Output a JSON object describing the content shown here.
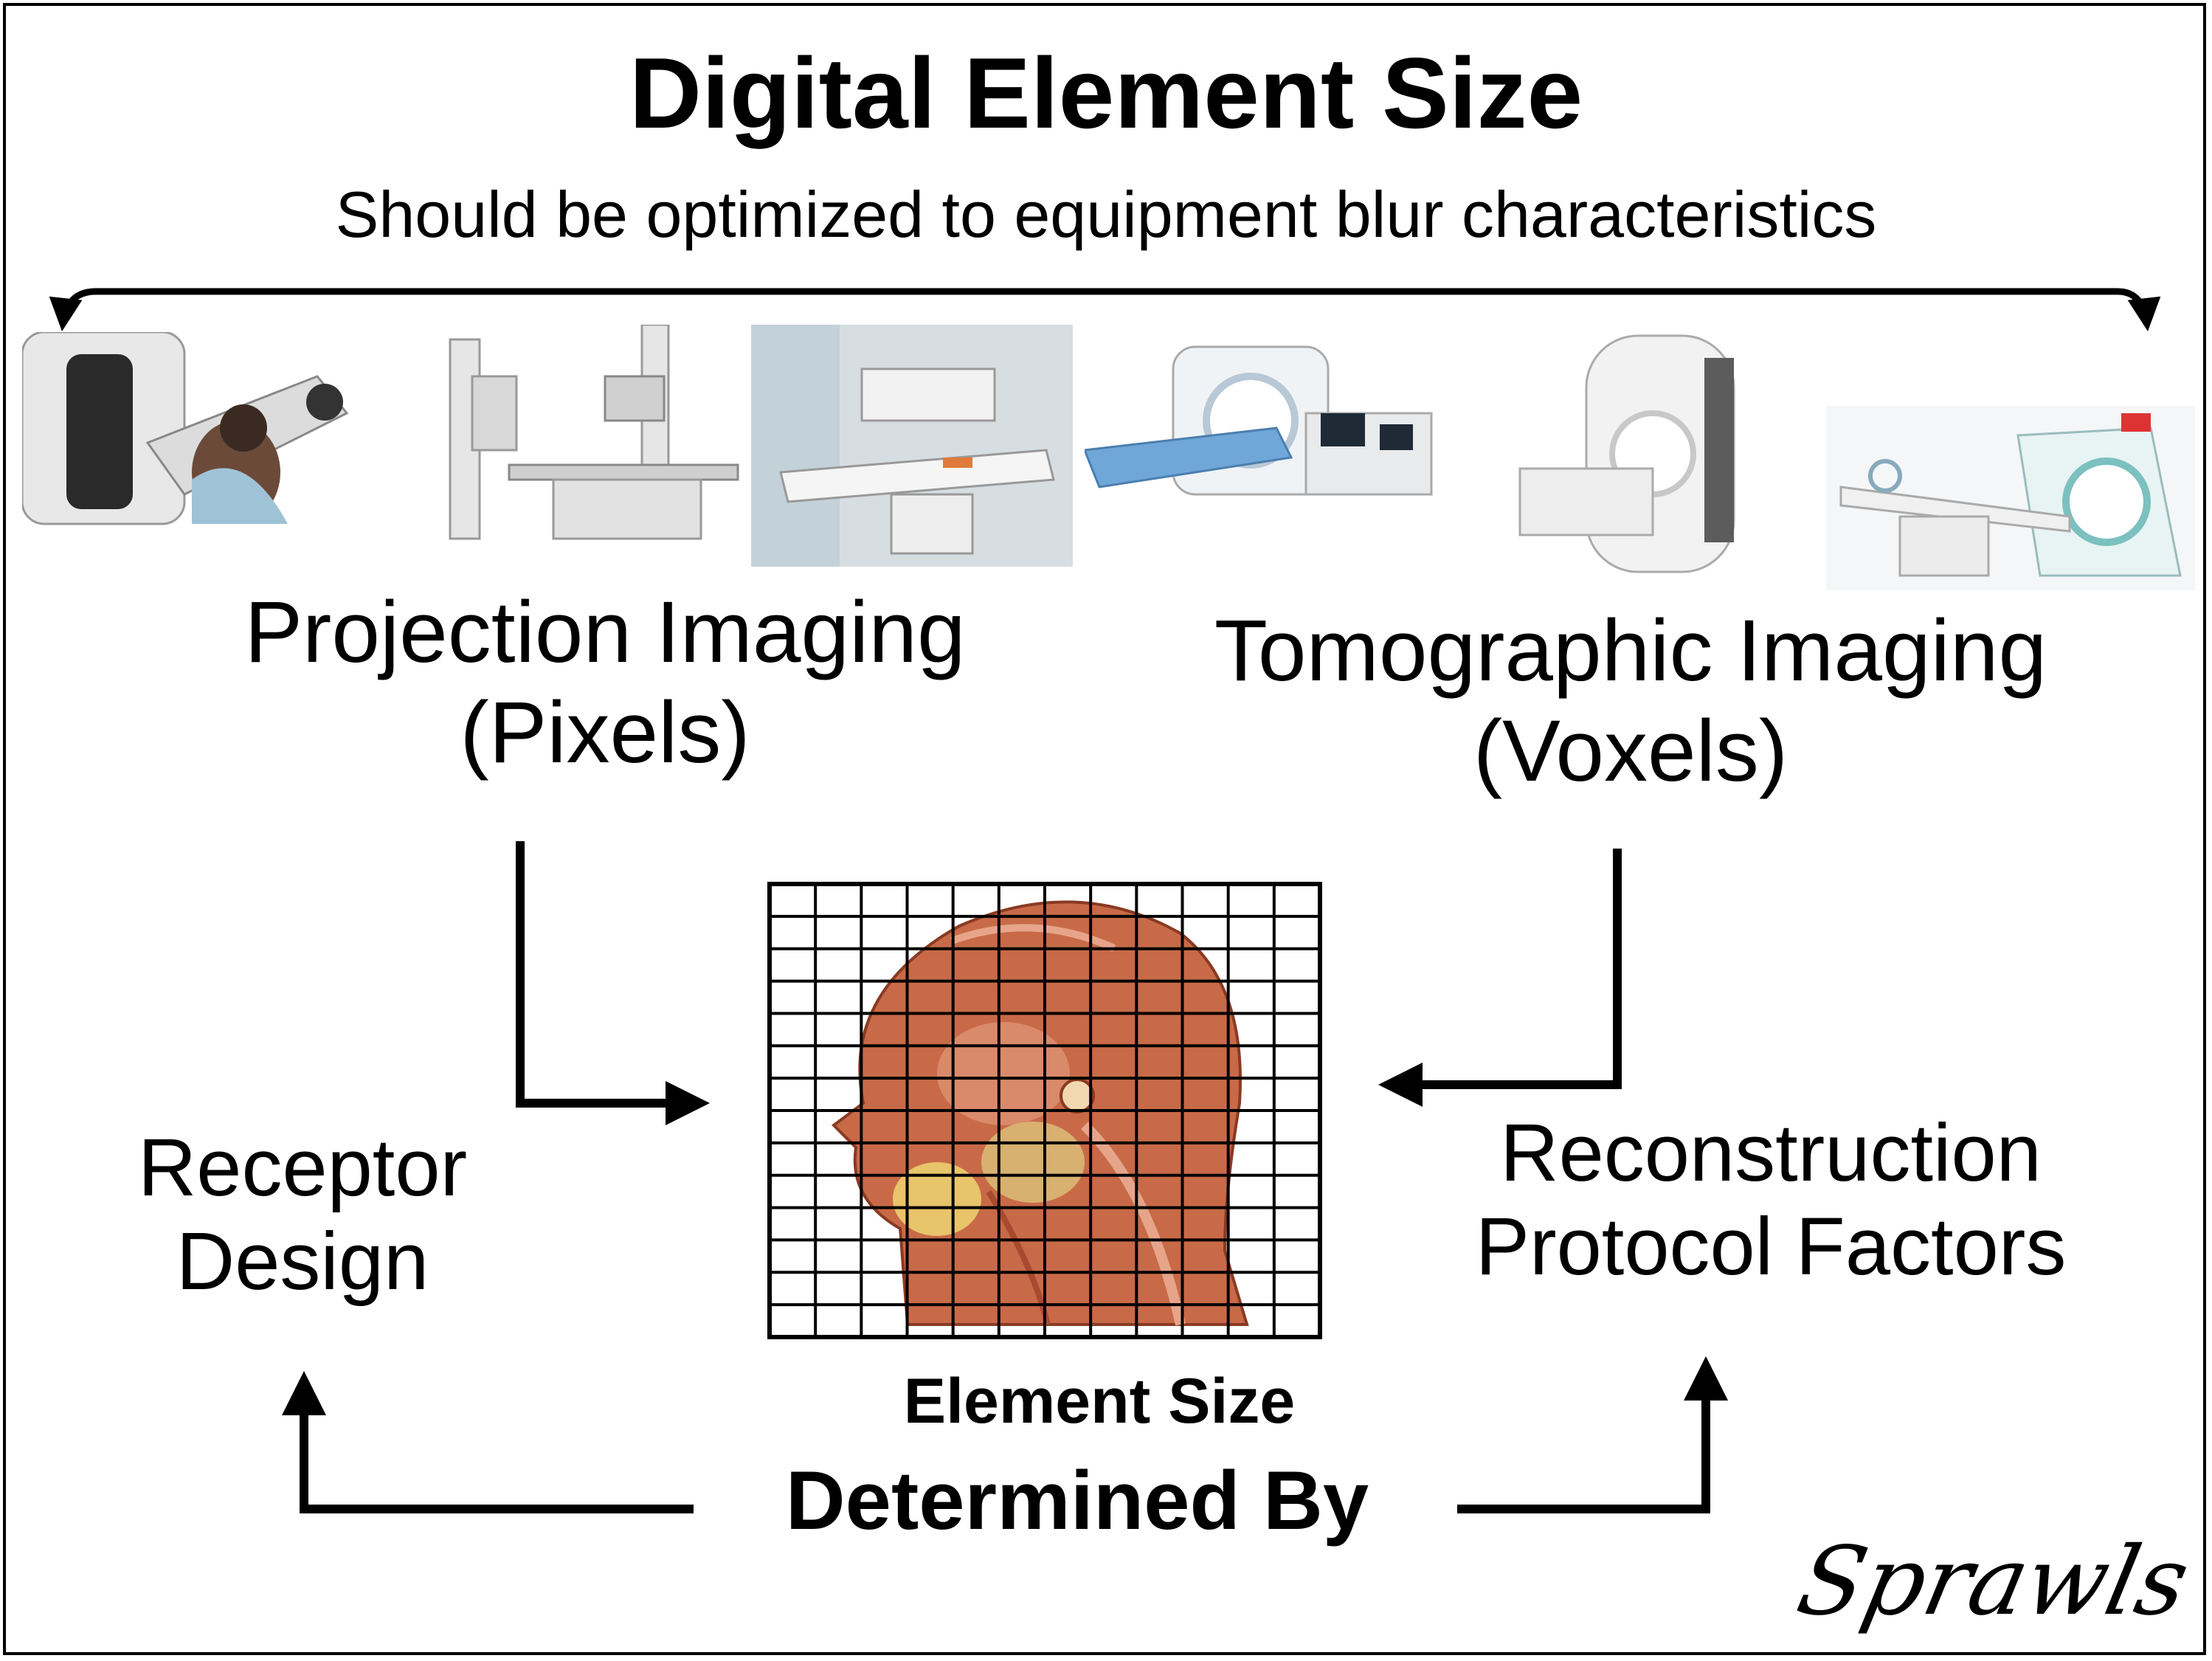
{
  "header": {
    "title": "Digital Element Size",
    "subtitle": "Should be optimized to equipment blur characteristics"
  },
  "equipment": [
    {
      "icon": "mammography-unit-icon"
    },
    {
      "icon": "radiography-unit-icon"
    },
    {
      "icon": "fluoroscopy-unit-icon"
    },
    {
      "icon": "ct-scanner-icon"
    },
    {
      "icon": "mri-scanner-icon"
    },
    {
      "icon": "open-scanner-icon"
    }
  ],
  "projection": {
    "line1": "Projection Imaging",
    "line2": "(Pixels)"
  },
  "tomographic": {
    "line1": "Tomographic Imaging",
    "line2": "(Voxels)"
  },
  "receptor": {
    "line1": "Receptor",
    "line2": "Design"
  },
  "reconstruction": {
    "line1": "Reconstruction",
    "line2": "Protocol Factors"
  },
  "center": {
    "grid_caption": "Element Size",
    "determined_by": "Determined By",
    "image_icon": "head-anatomy-icon"
  },
  "signature": "Sprawls",
  "colors": {
    "ink": "#000000",
    "tissue": "#b85c3c",
    "background": "#ffffff"
  }
}
